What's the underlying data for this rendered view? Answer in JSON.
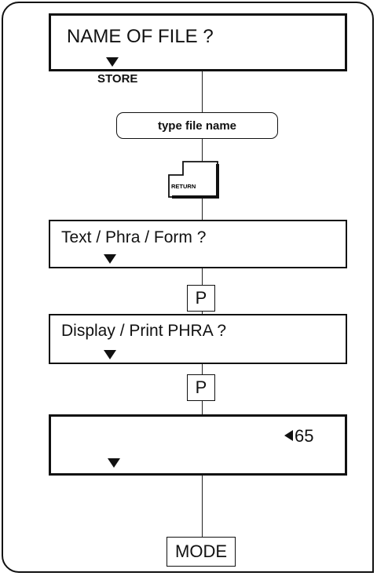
{
  "screens": {
    "name_of_file": "NAME OF FILE ?",
    "text_phra_form": "Text / Phra / Form ?",
    "display_print": "Display / Print PHRA ?",
    "count": "65"
  },
  "labels": {
    "store": "STORE",
    "type_file_name": "type file name",
    "return_key": "RETURN",
    "p_key_1": "P",
    "p_key_2": "P",
    "mode_key": "MODE"
  }
}
